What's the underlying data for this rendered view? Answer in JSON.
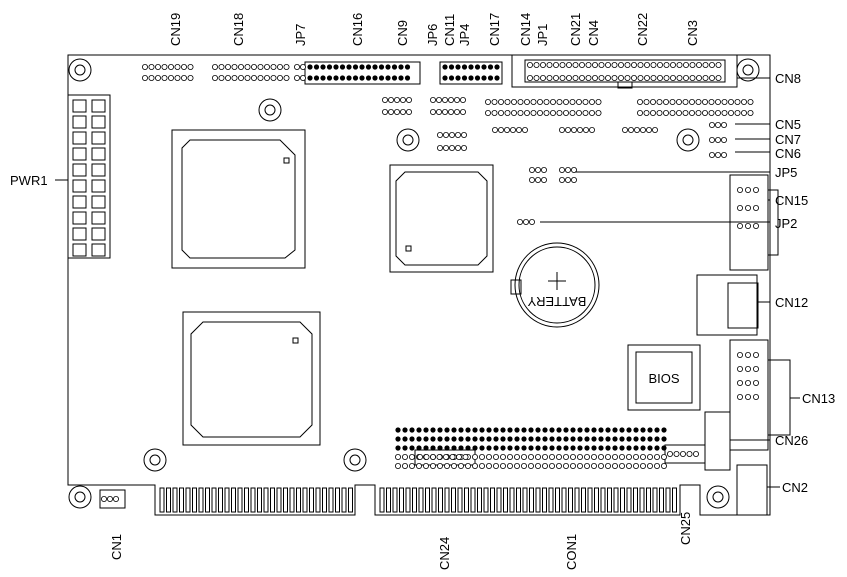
{
  "top_labels": [
    "CN19",
    "CN18",
    "JP7",
    "CN16",
    "CN9",
    "JP6",
    "JP4",
    "CN11",
    "CN17",
    "CN14",
    "JP1",
    "CN21",
    "CN4",
    "CN22",
    "CN3"
  ],
  "right_labels": [
    "CN8",
    "CN5",
    "CN7",
    "CN6",
    "JP5",
    "CN15",
    "JP2",
    "CN12",
    "CN13",
    "CN26",
    "CN2"
  ],
  "left_labels": [
    "PWR1"
  ],
  "bottom_labels": [
    "CN1",
    "CN24",
    "CON1",
    "CN25"
  ],
  "battery_label": "BATTERY",
  "bios_label": "BIOS"
}
